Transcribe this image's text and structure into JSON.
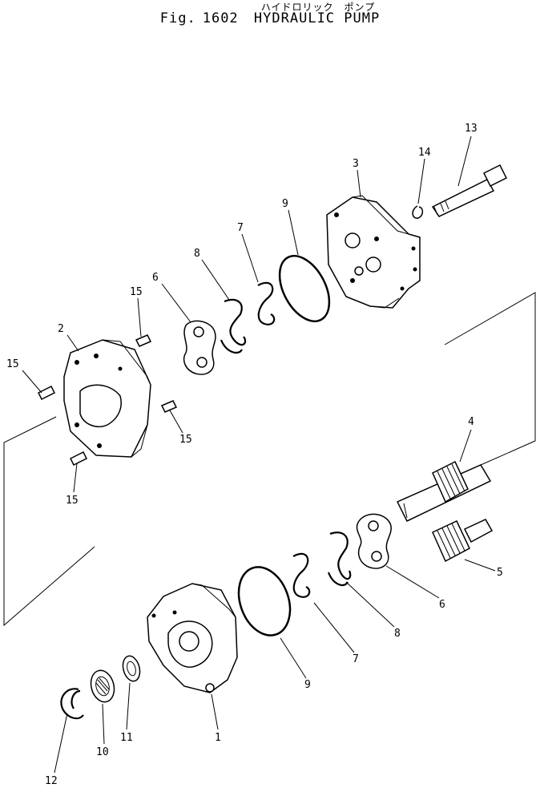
{
  "header": {
    "subtitle_jp": "ハイドロリック　ポンプ",
    "fig_label": "Fig.",
    "fig_number": "1602",
    "title": "HYDRAULIC PUMP"
  },
  "callouts": {
    "c1": "1",
    "c2": "2",
    "c3": "3",
    "c4": "4",
    "c5": "5",
    "c6a": "6",
    "c6b": "6",
    "c7a": "7",
    "c7b": "7",
    "c8a": "8",
    "c8b": "8",
    "c9a": "9",
    "c9b": "9",
    "c10": "10",
    "c11": "11",
    "c12": "12",
    "c13": "13",
    "c14": "14",
    "c15a": "15",
    "c15b": "15",
    "c15c": "15",
    "c15d": "15"
  }
}
